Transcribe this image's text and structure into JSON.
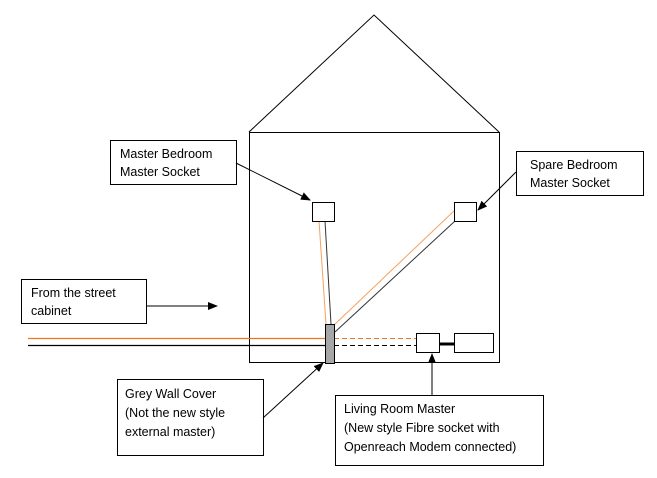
{
  "labels": {
    "master_bedroom": [
      "Master Bedroom",
      "Master Socket"
    ],
    "spare_bedroom": [
      "Spare Bedroom",
      "Master Socket"
    ],
    "street": [
      "From the street",
      "cabinet"
    ],
    "grey_wall": [
      "Grey Wall Cover",
      "(Not the new style",
      "external master)"
    ],
    "living_room": [
      "Living Room Master",
      "(New style Fibre socket with",
      "Openreach Modem connected)"
    ]
  },
  "colors": {
    "wire_orange": "#e87722",
    "wire_light_orange": "#f5a15e",
    "wall_cover": "#a6a6a6"
  }
}
